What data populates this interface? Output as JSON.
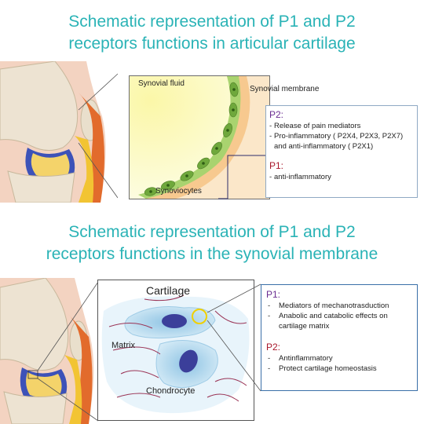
{
  "top": {
    "title_line1": "Schematic representation of P1 and P2",
    "title_line2": "receptors functions in articular cartilage",
    "labels": {
      "synovial_fluid": "Synovial fluid",
      "synovial_membrane": "Synovial membrane",
      "synoviocytes": "Synoviocytes"
    },
    "p2": {
      "heading": "P2:",
      "items": [
        "Release of pain mediators",
        "Pro-inflammatory ( P2X4, P2X3, P2X7) and anti-inflammatory ( P2X1)"
      ]
    },
    "p1": {
      "heading": "P1:",
      "items": [
        "anti-inflammatory"
      ]
    }
  },
  "bottom": {
    "title_line1": "Schematic representation of P1 and P2",
    "title_line2": "receptors functions in the synovial membrane",
    "labels": {
      "cartilage": "Cartilage",
      "matrix": "Matrix",
      "chondrocyte": "Chondrocyte"
    },
    "p1": {
      "heading": "P1:",
      "items": [
        "Mediators of mechanotrasduction",
        "Anabolic and catabolic effects on cartilage matrix"
      ]
    },
    "p2": {
      "heading": "P2:",
      "items": [
        "Antinflammatory",
        "Protect cartilage homeostasis"
      ]
    }
  },
  "colors": {
    "title": "#2ab3b6",
    "p_purple": "#6a2d91",
    "p_red": "#a8172b",
    "box_border_top": "#8fa9c4",
    "box_border_bottom": "#3a6fa8"
  }
}
